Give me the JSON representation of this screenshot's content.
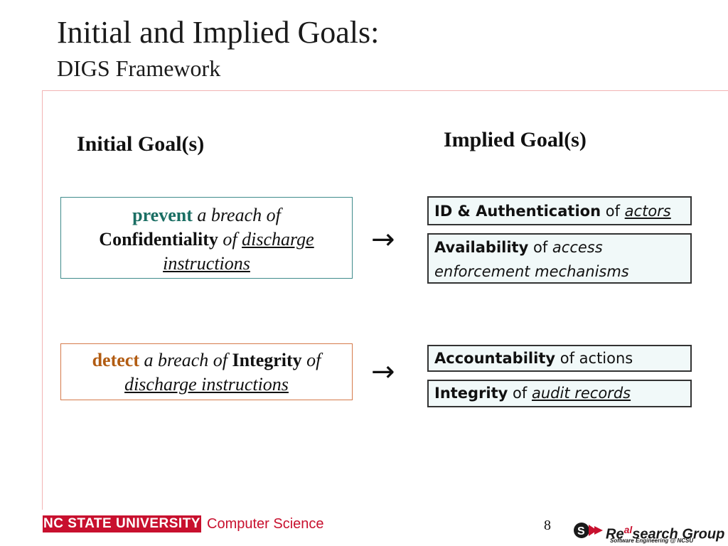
{
  "slide": {
    "title": "Initial and Implied Goals:",
    "subtitle": "DIGS Framework",
    "page_number": "8"
  },
  "columns": {
    "initial_heading": "Initial Goal(s)",
    "implied_heading": "Implied Goal(s)"
  },
  "initial_goals": [
    {
      "verb": "prevent",
      "phrase1": "a breach of",
      "property": "Confidentiality",
      "of": "of",
      "object_part1": "discharge",
      "object_part2": "instructions"
    },
    {
      "verb": "detect",
      "phrase1": "a breach of",
      "property": "Integrity",
      "of": "of",
      "object": "discharge instructions"
    }
  ],
  "arrow_glyph": "→",
  "implied_goals": [
    {
      "bold": "ID & Authentication",
      "of": "of",
      "rest": "actors"
    },
    {
      "bold": "Availability",
      "of": "of",
      "rest_line1": "access",
      "rest_line2": "enforcement mechanisms"
    },
    {
      "bold": "Accountability",
      "of": "of actions"
    },
    {
      "bold": "Integrity",
      "of": "of",
      "rest": "audit records"
    }
  ],
  "footer": {
    "university": "NC STATE UNIVERSITY",
    "department": "Computer Science",
    "logo_text_re": "Re",
    "logo_text_al": "al",
    "logo_text_rest": "search Group",
    "logo_subtext": "Software Engineering @ NCSU"
  },
  "colors": {
    "accent_red": "#c8102e",
    "teal": "#1a6e63",
    "orange": "#b25c12"
  }
}
